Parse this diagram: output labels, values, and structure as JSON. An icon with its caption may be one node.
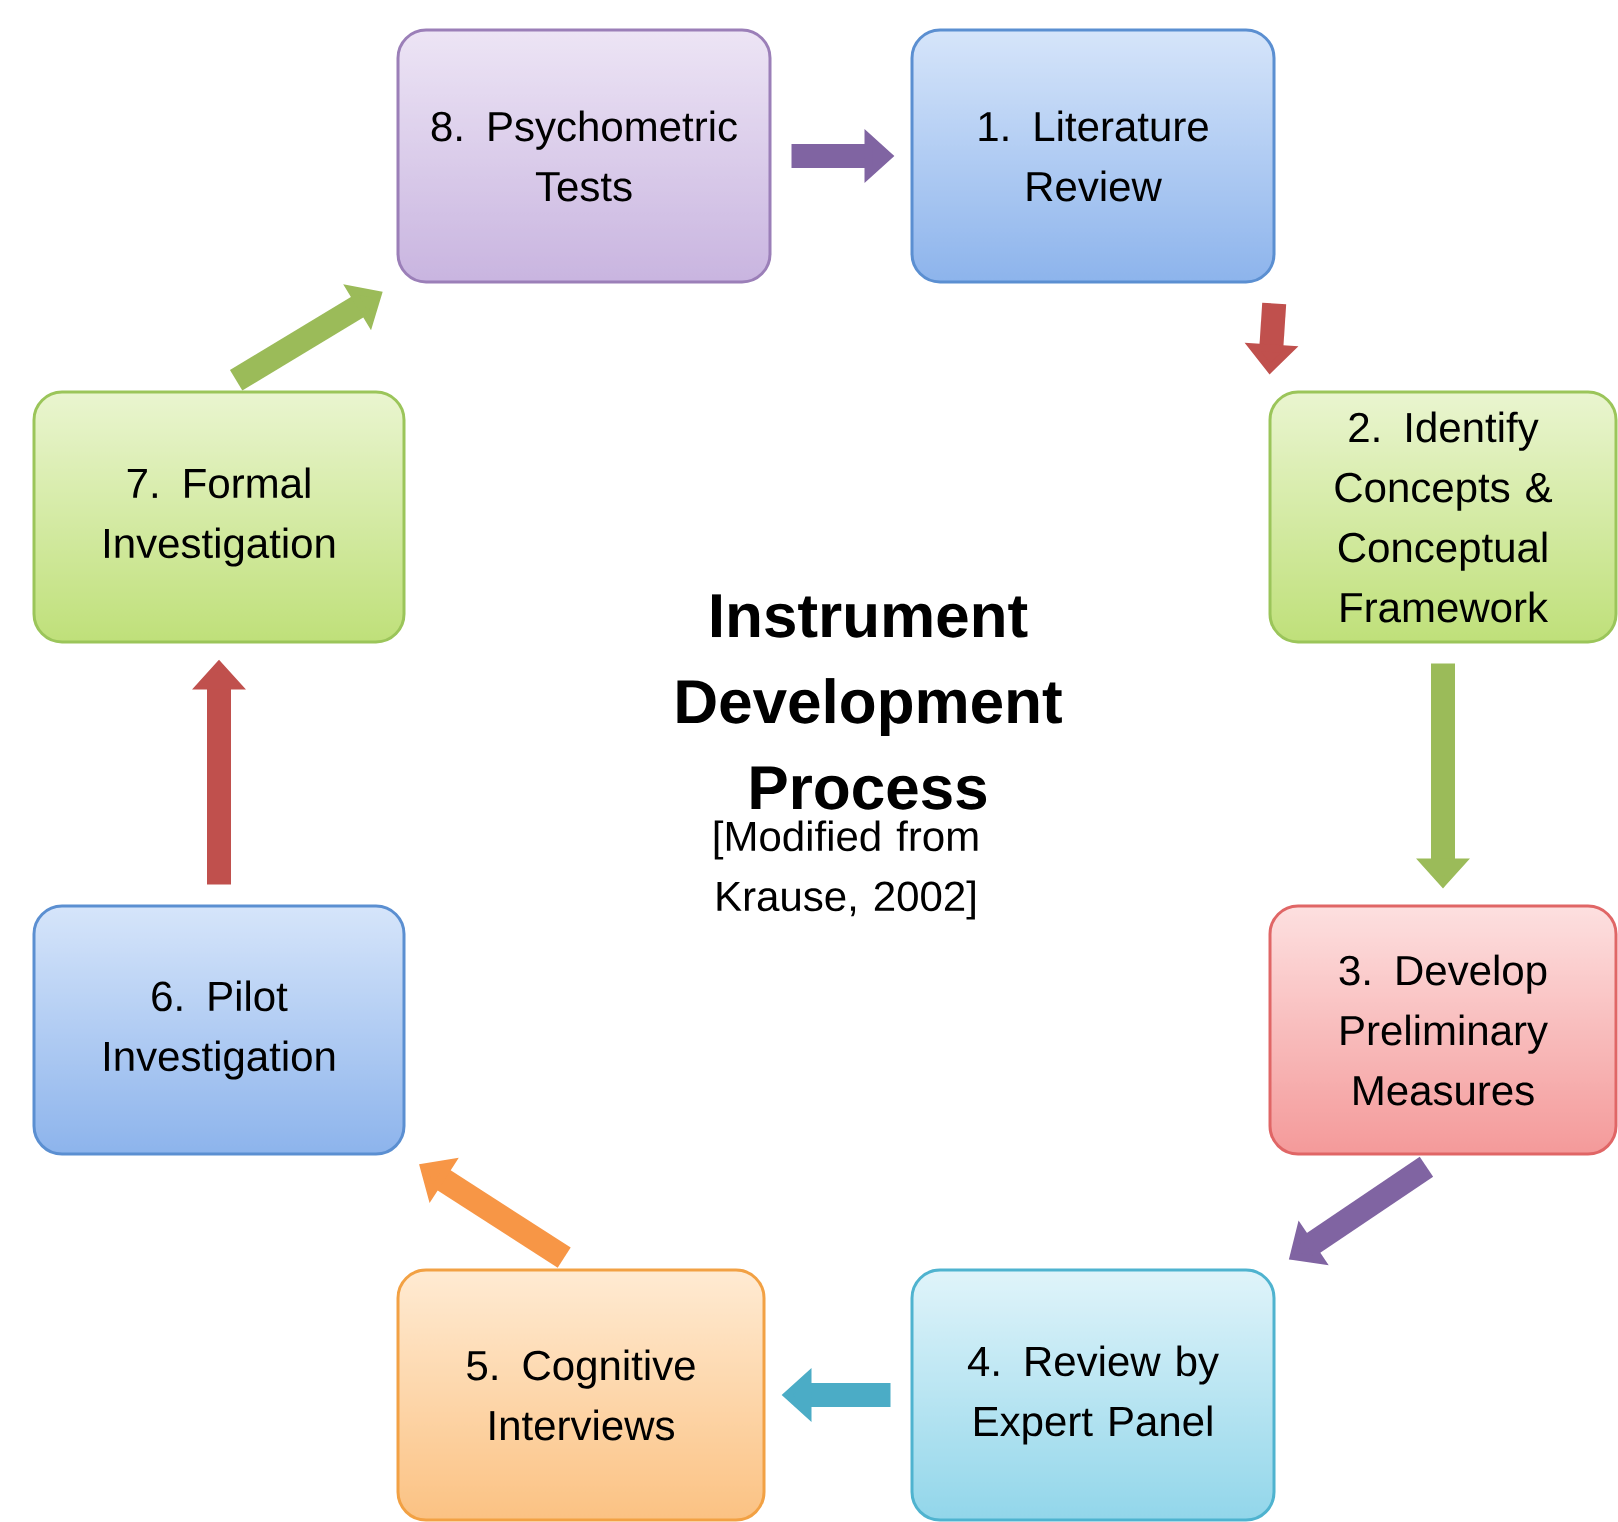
{
  "diagram": {
    "title": "Instrument Development Process",
    "caption": "[Modified from Krause, 2002]",
    "nodes": [
      {
        "text": [
          "1. Literature Review"
        ]
      },
      {
        "text": [
          "2. Identify Concepts & Conceptual Framework"
        ]
      },
      {
        "text": [
          "3. Develop Preliminary Measures"
        ]
      },
      {
        "text": [
          "4. Review by Expert Panel"
        ]
      },
      {
        "text": [
          "5. Cognitive Interviews"
        ]
      },
      {
        "text": [
          "6. Pilot Investigation"
        ]
      },
      {
        "text": [
          "7. Formal Investigation"
        ]
      },
      {
        "text": [
          "8. Psychometric Tests"
        ]
      }
    ],
    "edges": [
      {
        "from": 7,
        "to": 0,
        "arrow": "to",
        "color": "#8064a2"
      },
      {
        "from": 0,
        "to": 1,
        "arrow": "to",
        "color": "#c0504d"
      },
      {
        "from": 1,
        "to": 2,
        "arrow": "to",
        "color": "#9bbb59"
      },
      {
        "from": 2,
        "to": 3,
        "arrow": "to",
        "color": "#8064a2"
      },
      {
        "from": 3,
        "to": 4,
        "arrow": "to",
        "color": "#4bacc6"
      },
      {
        "from": 4,
        "to": 5,
        "arrow": "to",
        "color": "#f79646"
      },
      {
        "from": 5,
        "to": 6,
        "arrow": "to",
        "color": "#c0504d"
      },
      {
        "from": 6,
        "to": 7,
        "arrow": "to",
        "color": "#9bbb59"
      }
    ]
  }
}
